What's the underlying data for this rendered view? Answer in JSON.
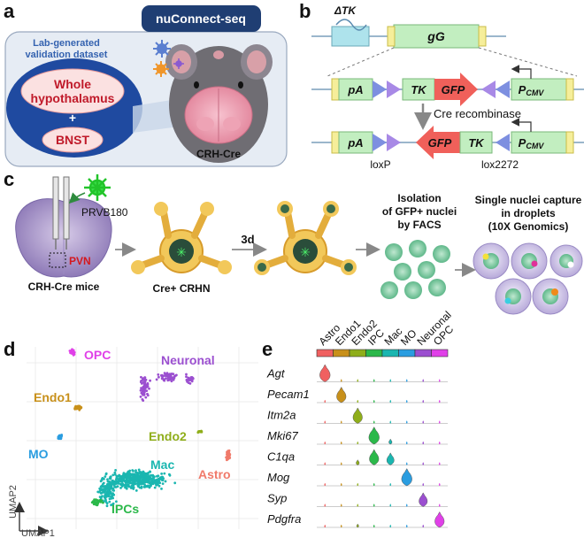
{
  "panels": {
    "a": "a",
    "b": "b",
    "c": "c",
    "d": "d",
    "e": "e"
  },
  "panel_a": {
    "badge": "nuConnect-seq",
    "dataset_title_line1": "Lab-generated",
    "dataset_title_line2": "validation dataset",
    "region1_line1": "Whole",
    "region1_line2": "hypothalamus",
    "plus": "+",
    "region2": "BNST",
    "mouse_label": "CRH-Cre"
  },
  "panel_b": {
    "delta_tk": "ΔTK",
    "gene": "gG",
    "pa": "pA",
    "tk": "TK",
    "gfp": "GFP",
    "pcmv_main": "P",
    "pcmv_sub": "CMV",
    "cre": "Cre recombinase",
    "loxp": "loxP",
    "lox2272": "lox2272"
  },
  "panel_c": {
    "virus": "PRVB180",
    "pvn": "PVN",
    "mice": "CRH-Cre mice",
    "neuron": "Cre+ CRHN",
    "days": "3d",
    "iso_line1": "Isolation",
    "iso_line2": "of GFP+ nuclei",
    "iso_line3": "by FACS",
    "cap_line1": "Single nuclei capture",
    "cap_line2": "in droplets",
    "cap_line3": "(10X Genomics)"
  },
  "panel_d": {
    "xaxis": "UMAP1",
    "yaxis": "UMAP2",
    "clusters": [
      {
        "name": "OPC",
        "color": "#e040e8"
      },
      {
        "name": "Neuronal",
        "color": "#9b4fd0"
      },
      {
        "name": "Endo1",
        "color": "#c8901a"
      },
      {
        "name": "Endo2",
        "color": "#8fae1a"
      },
      {
        "name": "MO",
        "color": "#2a9de0"
      },
      {
        "name": "Mac",
        "color": "#1ab6b0"
      },
      {
        "name": "Astro",
        "color": "#f07a6a"
      },
      {
        "name": "IPCs",
        "color": "#2bb84a"
      }
    ]
  },
  "panel_e": {
    "columns": [
      "Astro",
      "Endo1",
      "Endo2",
      "IPC",
      "Mac",
      "MO",
      "Neuronal",
      "OPC"
    ],
    "column_colors": [
      "#f06060",
      "#c8901a",
      "#8fae1a",
      "#2bb84a",
      "#1ab6b0",
      "#2a9de0",
      "#9b4fd0",
      "#e040e8"
    ],
    "genes": [
      "Agt",
      "Pecam1",
      "Itm2a",
      "Mki67",
      "C1qa",
      "Mog",
      "Syp",
      "Pdgfra"
    ],
    "expression": [
      [
        1.0,
        0.05,
        0.05,
        0.05,
        0.05,
        0.05,
        0.05,
        0.05
      ],
      [
        0.05,
        0.9,
        0.05,
        0.05,
        0.05,
        0.05,
        0.05,
        0.05
      ],
      [
        0.05,
        0.05,
        0.9,
        0.1,
        0.05,
        0.05,
        0.05,
        0.05
      ],
      [
        0.05,
        0.05,
        0.05,
        1.0,
        0.3,
        0.05,
        0.05,
        0.05
      ],
      [
        0.05,
        0.05,
        0.3,
        0.9,
        0.7,
        0.05,
        0.05,
        0.05
      ],
      [
        0.05,
        0.05,
        0.05,
        0.05,
        0.05,
        1.0,
        0.05,
        0.05
      ],
      [
        0.05,
        0.05,
        0.05,
        0.05,
        0.05,
        0.05,
        0.8,
        0.05
      ],
      [
        0.05,
        0.05,
        0.2,
        0.05,
        0.05,
        0.05,
        0.05,
        0.9
      ]
    ]
  }
}
